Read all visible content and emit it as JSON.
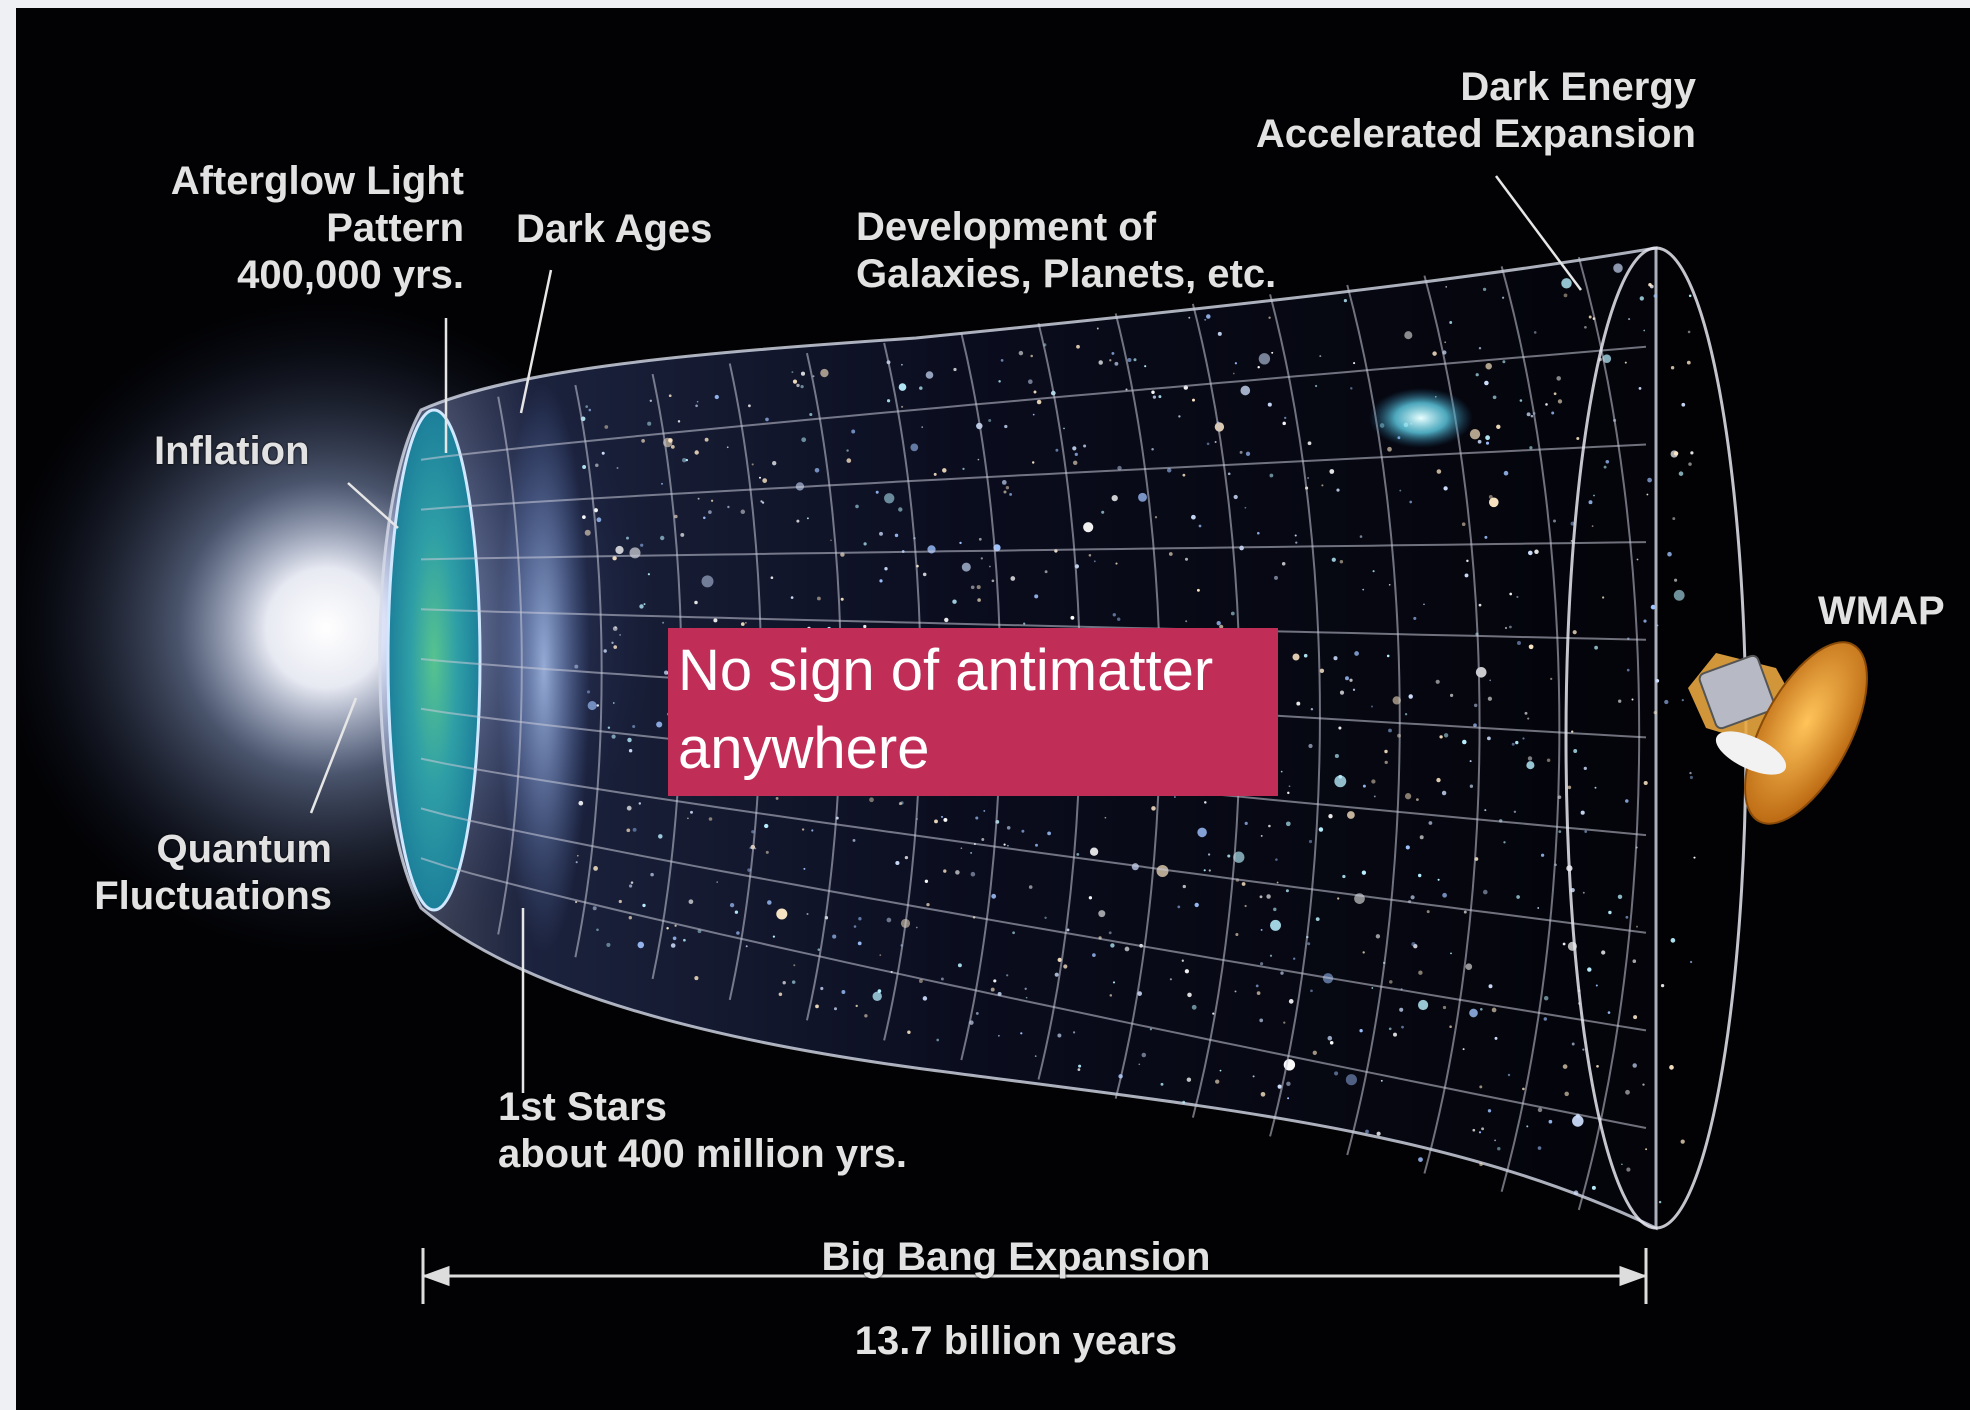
{
  "labels": {
    "afterglow": [
      "Afterglow Light",
      "Pattern",
      "400,000 yrs."
    ],
    "dark_ages": "Dark Ages",
    "development": [
      "Development of",
      "Galaxies, Planets, etc."
    ],
    "dark_energy": [
      "Dark Energy",
      "Accelerated Expansion"
    ],
    "inflation": "Inflation",
    "quantum": [
      "Quantum",
      "Fluctuations"
    ],
    "first_stars": [
      "1st Stars",
      "about 400 million yrs."
    ],
    "wmap": "WMAP",
    "big_bang": "Big Bang Expansion",
    "duration": "13.7 billion years"
  },
  "callout": {
    "lines": [
      "No sign of antimatter",
      "anywhere"
    ],
    "background": "#c02e58",
    "text_color": "#ffffff"
  },
  "colors": {
    "background": "#020204",
    "label_text": "#e2e2e2",
    "grid": "#c9cbd8",
    "afterglow_disc": "#3cb08a",
    "satellite_dish": "#d98a1e"
  },
  "icons": {
    "satellite": "wmap-satellite-icon",
    "big_bang_flash": "big-bang-glow"
  }
}
